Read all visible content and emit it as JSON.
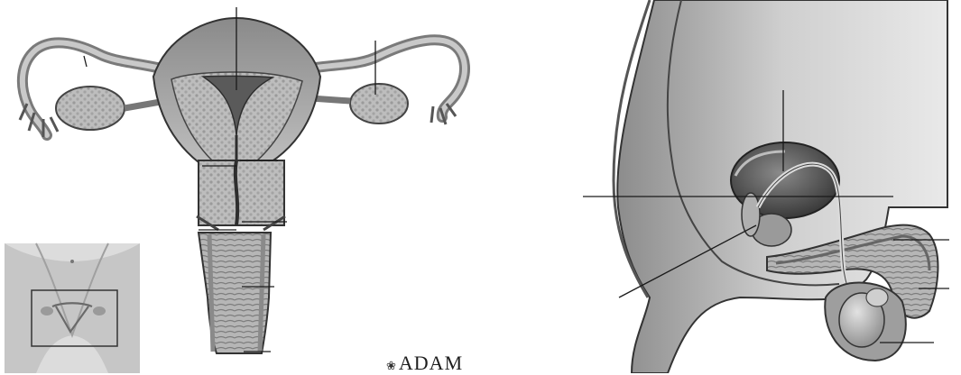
{
  "image": {
    "left_panel": "female-reproductive-anatomy",
    "right_panel": "male-reproductive-anatomy-sagittal",
    "style": "grayscale medical illustration"
  },
  "logo": {
    "text": "ADAM",
    "mark": "❀",
    "color": "#1e1e1e"
  },
  "colors": {
    "tissue_dark": "#6e6e6e",
    "tissue_mid": "#a8a8a8",
    "tissue_light": "#d6d6d6",
    "line": "#222222"
  }
}
